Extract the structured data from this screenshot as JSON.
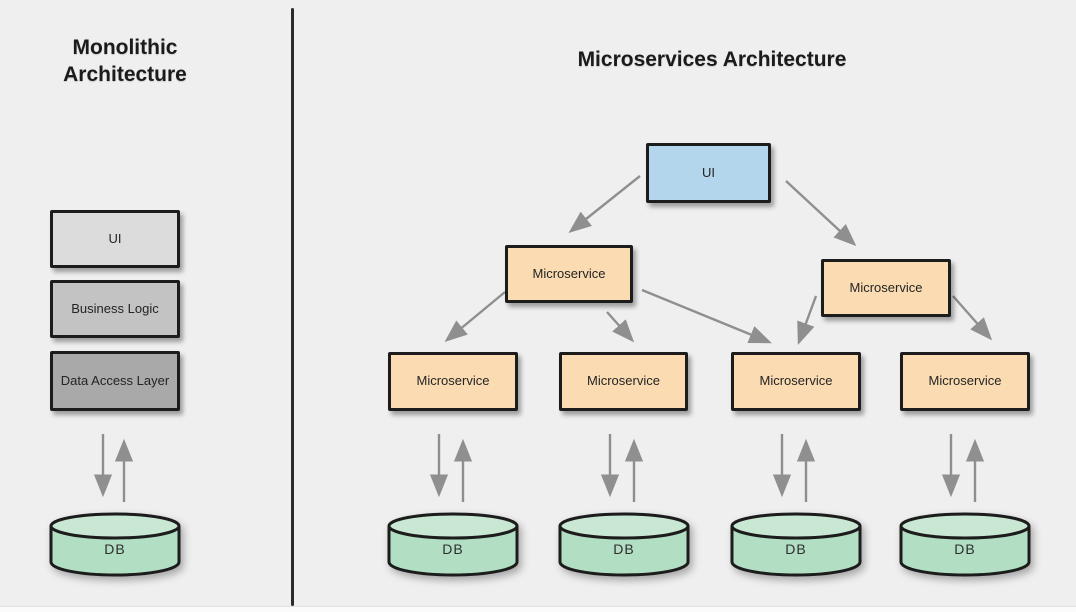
{
  "colors": {
    "bg": "#efefef",
    "divider": "#2b2b2b",
    "border": "#1c1c1c",
    "mono_ui": "#dcdcdc",
    "mono_logic": "#c3c3c3",
    "mono_dal": "#a9a9a9",
    "micro_ui": "#b4d6ec",
    "ms": "#fbdcb2",
    "db": "#b2dfc4",
    "db_top": "#c9e8d4",
    "arrow": "#8f8f8f",
    "text": "#222222"
  },
  "monolithic": {
    "title": "Monolithic Architecture",
    "layers": [
      {
        "label": "UI"
      },
      {
        "label": "Business Logic"
      },
      {
        "label": "Data Access Layer"
      }
    ],
    "database": {
      "label": "DB"
    }
  },
  "microservices": {
    "title": "Microservices Architecture",
    "ui": {
      "label": "UI"
    },
    "mid_tier": [
      {
        "label": "Microservice"
      },
      {
        "label": "Microservice"
      }
    ],
    "bottom_tier": [
      {
        "label": "Microservice"
      },
      {
        "label": "Microservice"
      },
      {
        "label": "Microservice"
      },
      {
        "label": "Microservice"
      }
    ],
    "databases": [
      {
        "label": "DB"
      },
      {
        "label": "DB"
      },
      {
        "label": "DB"
      },
      {
        "label": "DB"
      }
    ]
  }
}
